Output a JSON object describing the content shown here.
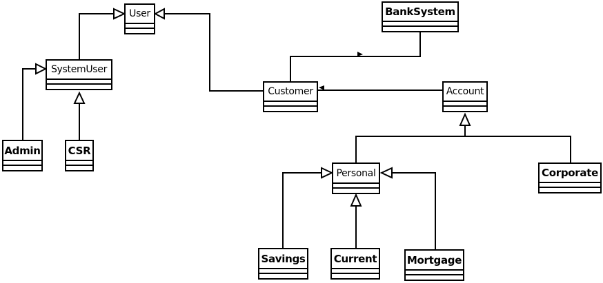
{
  "diagram": {
    "classes": {
      "user": "User",
      "banksystem": "BankSystem",
      "systemuser": "SystemUser",
      "customer": "Customer",
      "account": "Account",
      "admin": "Admin",
      "csr": "CSR",
      "personal": "Personal",
      "corporate": "Corporate",
      "savings": "Savings",
      "current": "Current",
      "mortgage": "Mortgage"
    }
  }
}
